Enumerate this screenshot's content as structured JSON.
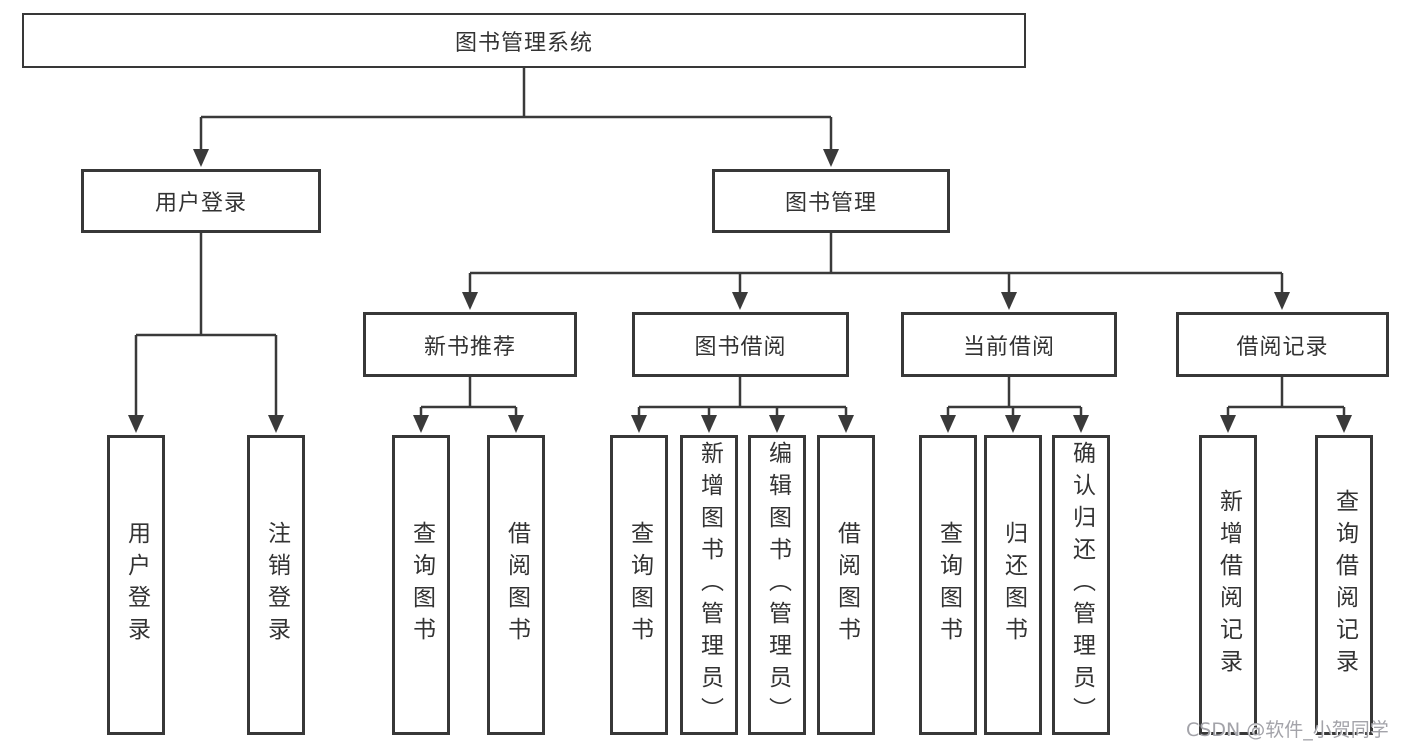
{
  "tree": {
    "root": "图书管理系统",
    "children": [
      {
        "label": "用户登录",
        "children": [
          "用户登录",
          "注销登录"
        ]
      },
      {
        "label": "图书管理",
        "children": [
          {
            "label": "新书推荐",
            "children": [
              "查询图书",
              "借阅图书"
            ]
          },
          {
            "label": "图书借阅",
            "children": [
              "查询图书",
              "新增图书（管理员）",
              "编辑图书（管理员）",
              "借阅图书"
            ]
          },
          {
            "label": "当前借阅",
            "children": [
              "查询图书",
              "归还图书",
              "确认归还（管理员）"
            ]
          },
          {
            "label": "借阅记录",
            "children": [
              "新增借阅记录",
              "查询借阅记录"
            ]
          }
        ]
      }
    ]
  },
  "watermark": "CSDN @软件_小贺同学",
  "colors": {
    "line": "#3a3a3a",
    "border": "#383838",
    "text": "#333333",
    "watermark": "#a3a3a9",
    "background": "#ffffff"
  }
}
